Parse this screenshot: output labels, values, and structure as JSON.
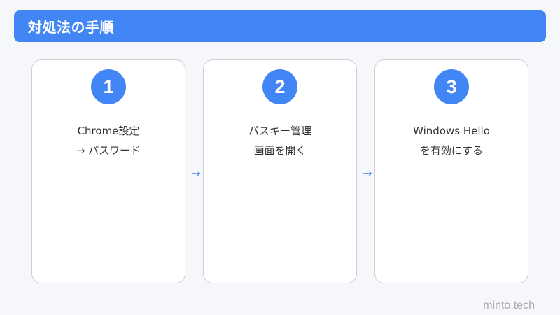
{
  "header": {
    "title": "対処法の手順",
    "color": "#4285f4"
  },
  "steps": [
    {
      "number": "1",
      "line1": "Chrome設定",
      "line2": "→ パスワード"
    },
    {
      "number": "2",
      "line1": "パスキー管理",
      "line2": "画面を開く"
    },
    {
      "number": "3",
      "line1": "Windows Hello",
      "line2": "を有効にする"
    }
  ],
  "connectors": [
    {
      "glyph": "→",
      "icon": "arrow-right-icon"
    },
    {
      "glyph": "→",
      "icon": "arrow-right-icon"
    }
  ],
  "footer": {
    "brand": "minto.tech"
  }
}
